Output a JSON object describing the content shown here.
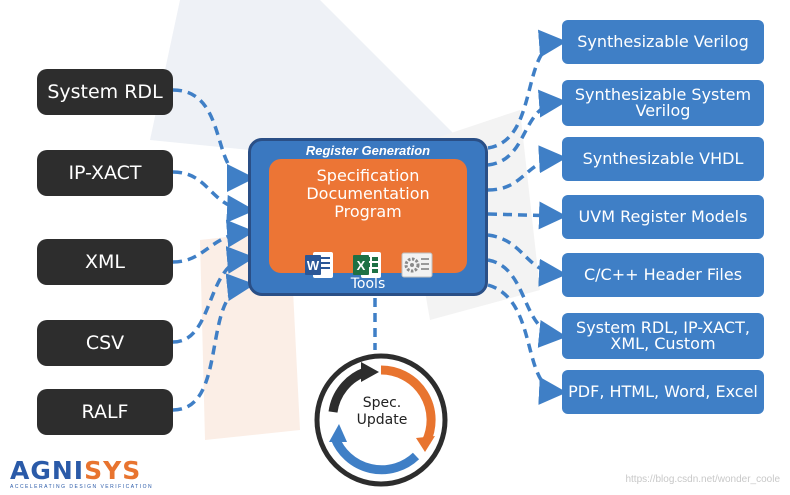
{
  "inputs": [
    "System RDL",
    "IP-XACT",
    "XML",
    "CSV",
    "RALF"
  ],
  "center": {
    "title": "Register Generation",
    "inner_label": "Specification\nDocumentation\nProgram",
    "footer": "Tools",
    "icons": [
      "word-icon",
      "excel-icon",
      "settings-doc-icon"
    ]
  },
  "outputs": [
    "Synthesizable Verilog",
    "Synthesizable System\nVerilog",
    "Synthesizable VHDL",
    "UVM Register Models",
    "C/C++ Header Files",
    "System RDL, IP-XACT,\nXML, Custom",
    "PDF, HTML, Word, Excel"
  ],
  "cycle_label": "Spec.\nUpdate",
  "logo": {
    "main_a": "AGNI",
    "main_b": "SYS",
    "tagline": "ACCELERATING DESIGN VERIFICATION"
  },
  "watermark": "https://blog.csdn.net/wonder_coole",
  "colors": {
    "box_dark": "#2d2d2d",
    "blue": "#3a78c0",
    "orange": "#ec7535",
    "arrow": "#3f7fc6"
  }
}
